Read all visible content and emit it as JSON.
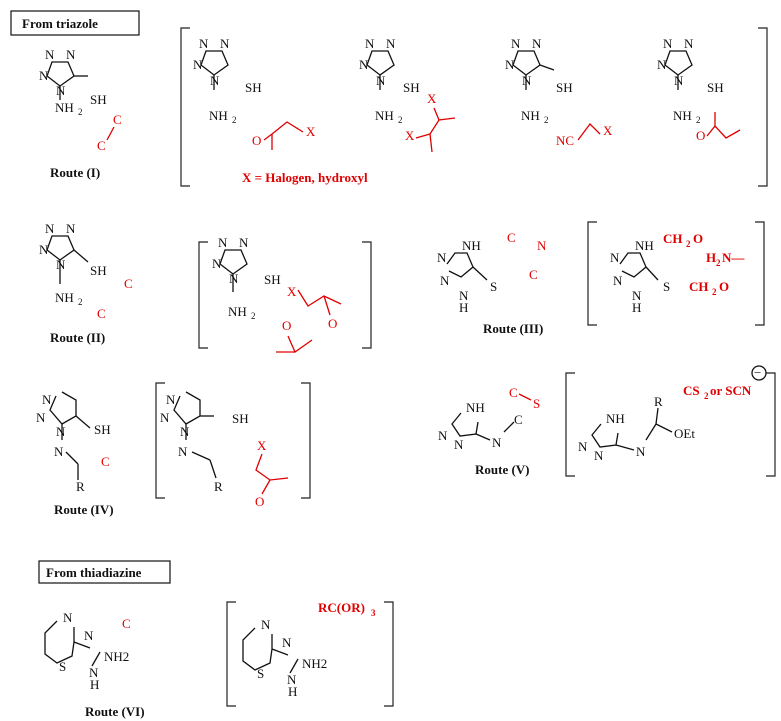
{
  "headers": {
    "triazole": "From triazole",
    "thiadiazine": "From thiadiazine"
  },
  "routes": {
    "r1": "Route (I)",
    "r2": "Route (II)",
    "r3": "Route (III)",
    "r4": "Route (IV)",
    "r5": "Route (V)",
    "r6": "Route (VI)"
  },
  "atoms": {
    "N": "N",
    "NH": "NH",
    "H": "H",
    "SH": "SH",
    "S": "S",
    "NH2": "NH",
    "sub2": "2",
    "NH2_alt": "NH2",
    "C": "C",
    "X": "X",
    "O": "O",
    "NC": "NC",
    "R": "R",
    "OEt": "OEt"
  },
  "notes": {
    "halogen": "X = Halogen, hydroxyl",
    "ch2o": "CH",
    "ch2o_sub": "2",
    "ch2o_tail": "O",
    "amine": "H",
    "amine_sub": "2",
    "amine_tail": "N—",
    "cs2": "CS",
    "cs2_sub": "2",
    "cs2_tail": " or SCN",
    "minus": "−",
    "orthoester": "RC(OR)",
    "orthoester_sub": "3"
  },
  "colors": {
    "reagent": "#e00000",
    "structure": "#111111"
  }
}
